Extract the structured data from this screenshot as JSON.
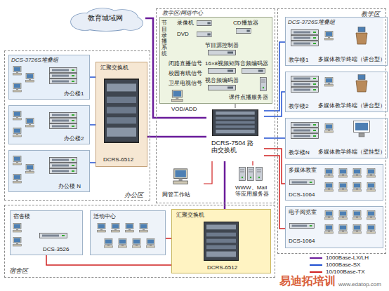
{
  "diagram": {
    "nodes": [
      {
        "text": [
          "教育城域网"
        ]
      },
      {
        "text": [
          "教学区/网络中心"
        ]
      },
      {
        "text": [
          "节目录播系统"
        ],
        "in": 1
      },
      {
        "text": [
          "DCRS-7504 路由交换机"
        ],
        "in": 1
      },
      {
        "text": [
          "网管工作站"
        ],
        "in": 1
      },
      {
        "text": [
          "WWW、Mail 等应用服务器"
        ],
        "in": 1
      },
      {
        "text": [
          "教学区"
        ]
      },
      {
        "text": [
          "DCS-3726S堆叠组",
          "教学楼1",
          "多媒体教学终端（讲台型）"
        ],
        "in": 6
      },
      {
        "text": [
          "教学楼2",
          "多媒体教学终端（讲台型）"
        ],
        "in": 6
      },
      {
        "text": [
          "教学楼N",
          "多媒体教学终端（壁挂型）"
        ],
        "in": 6
      },
      {
        "text": [
          "多媒体教室",
          "DCS-1064"
        ],
        "in": 6
      },
      {
        "text": [
          "电子阅览室",
          "DCS-1064"
        ],
        "in": 6
      },
      {
        "text": [
          "办公区"
        ]
      },
      {
        "text": [
          "DCS-3726S堆叠组",
          "办公楼1"
        ],
        "in": 12
      },
      {
        "text": [
          "办公楼2"
        ],
        "in": 12
      },
      {
        "text": [
          "办公楼 N"
        ],
        "in": 12
      },
      {
        "text": [
          "汇聚交换机",
          "DCRS-6512"
        ],
        "in": 12
      },
      {
        "text": [
          "宿舍区"
        ]
      },
      {
        "text": [
          "宿舍楼",
          "DCS-3526"
        ],
        "in": 17
      },
      {
        "text": [
          "活动中心"
        ],
        "in": 17
      },
      {
        "text": [
          "汇聚交换机",
          "DCRS-6512"
        ],
        "in": 17
      }
    ],
    "edges": [
      {
        "from": 0,
        "to": 3,
        "arrow": "none"
      },
      {
        "from": 16,
        "to": 3,
        "arrow": "none"
      },
      {
        "from": 3,
        "to": 20,
        "arrow": "none"
      },
      {
        "from": 2,
        "to": 3,
        "arrow": "none"
      },
      {
        "from": 3,
        "to": 4,
        "arrow": "none"
      },
      {
        "from": 3,
        "to": 5,
        "arrow": "none"
      },
      {
        "from": 3,
        "to": 7,
        "arrow": "none"
      },
      {
        "from": 3,
        "to": 8,
        "arrow": "none"
      },
      {
        "from": 3,
        "to": 9,
        "arrow": "none"
      },
      {
        "from": 3,
        "to": 10,
        "arrow": "none"
      },
      {
        "from": 3,
        "to": 11,
        "arrow": "none"
      },
      {
        "from": 16,
        "to": 13,
        "arrow": "none"
      },
      {
        "from": 16,
        "to": 14,
        "arrow": "none"
      },
      {
        "from": 16,
        "to": 15,
        "arrow": "none"
      },
      {
        "from": 20,
        "to": 18,
        "arrow": "none"
      },
      {
        "from": 20,
        "to": 19,
        "arrow": "none"
      }
    ],
    "labels": [
      "录像机",
      "DVD",
      "CD播放器",
      "节目源控制器",
      "闭路直播信号",
      "校园有线信号",
      "卫星电视信号",
      "16×8视频矩阵",
      "视音频编码器",
      "音频编码器",
      "课件点播服务器",
      "VOD/ADD",
      "易迪拓培训",
      "www.edatop.com"
    ],
    "legend": [
      {
        "text": "1000Base-LX/LH"
      },
      {
        "text": "1000Base-SX"
      },
      {
        "text": "10/100Base-TX"
      }
    ]
  }
}
